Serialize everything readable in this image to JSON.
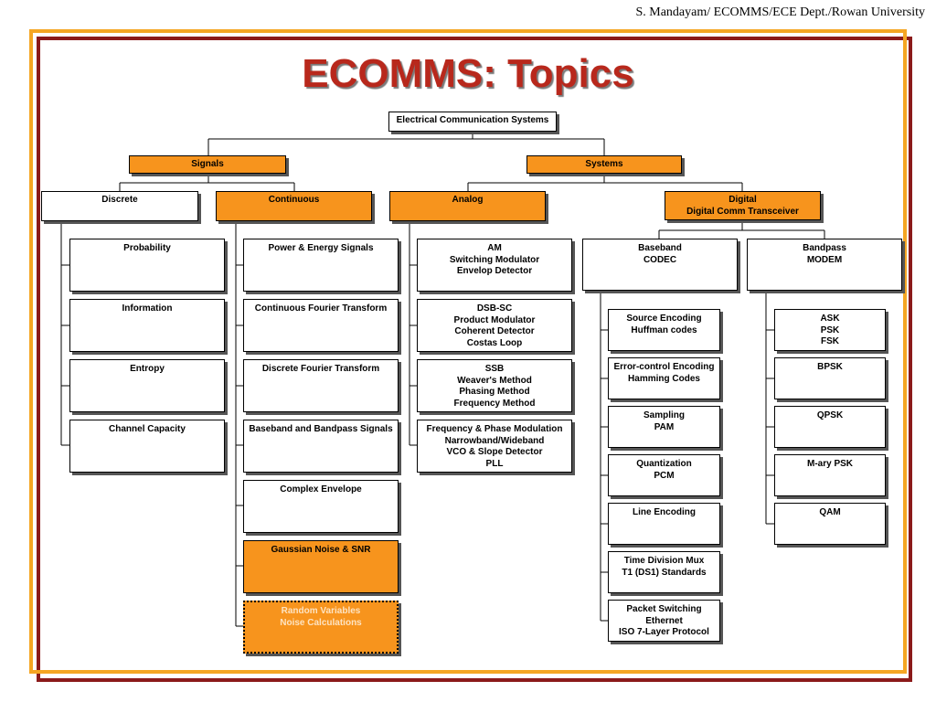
{
  "credit": "S. Mandayam/ ECOMMS/ECE Dept./Rowan University",
  "title": "ECOMMS: Topics",
  "colors": {
    "accent_orange": "#f7941d",
    "frame_orange": "#f5a623",
    "frame_dark_red": "#8b1a1a",
    "title_red": "#b8281c"
  },
  "root": "Electrical Communication Systems",
  "signals": {
    "label": "Signals",
    "discrete": {
      "label": "Discrete",
      "items": [
        "Probability",
        "Information",
        "Entropy",
        "Channel Capacity"
      ]
    },
    "continuous": {
      "label": "Continuous",
      "items": [
        "Power & Energy Signals",
        "Continuous Fourier Transform",
        "Discrete Fourier Transform",
        "Baseband and Bandpass Signals",
        "Complex Envelope",
        "Gaussian Noise & SNR"
      ],
      "random_variables": [
        "Random Variables",
        "Noise Calculations"
      ]
    }
  },
  "systems": {
    "label": "Systems",
    "analog": {
      "label": "Analog",
      "items": [
        [
          "AM",
          "Switching Modulator",
          "Envelop Detector"
        ],
        [
          "DSB-SC",
          "Product Modulator",
          "Coherent Detector",
          "Costas Loop"
        ],
        [
          "SSB",
          "Weaver's Method",
          "Phasing Method",
          "Frequency Method"
        ],
        [
          "Frequency & Phase Modulation",
          "Narrowband/Wideband",
          "VCO & Slope Detector",
          "PLL"
        ]
      ]
    },
    "digital": {
      "label": [
        "Digital",
        "Digital Comm Transceiver"
      ],
      "baseband": {
        "label": [
          "Baseband",
          "CODEC"
        ],
        "items": [
          [
            "Source Encoding",
            "Huffman codes"
          ],
          [
            "Error-control Encoding",
            "Hamming Codes"
          ],
          [
            "Sampling",
            "PAM"
          ],
          [
            "Quantization",
            "PCM"
          ],
          [
            "Line Encoding"
          ],
          [
            "Time Division Mux",
            "T1 (DS1) Standards"
          ],
          [
            "Packet Switching",
            "Ethernet",
            "ISO 7-Layer Protocol"
          ]
        ]
      },
      "bandpass": {
        "label": [
          "Bandpass",
          "MODEM"
        ],
        "items": [
          [
            "ASK",
            "PSK",
            "FSK"
          ],
          [
            "BPSK"
          ],
          [
            "QPSK"
          ],
          [
            "M-ary PSK"
          ],
          [
            "QAM"
          ]
        ]
      }
    }
  }
}
